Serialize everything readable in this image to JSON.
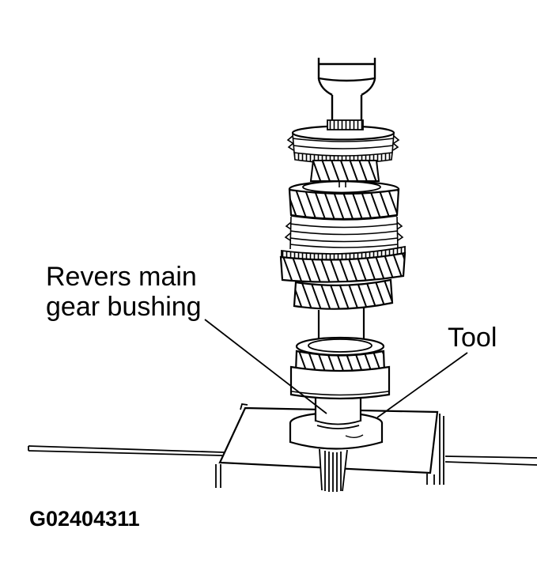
{
  "figure": {
    "background_color": "#ffffff",
    "line_color": "#000000",
    "labels": {
      "bushing_line1": "Revers main",
      "bushing_line2": "gear bushing",
      "tool": "Tool"
    },
    "figure_id": "G02404311"
  }
}
